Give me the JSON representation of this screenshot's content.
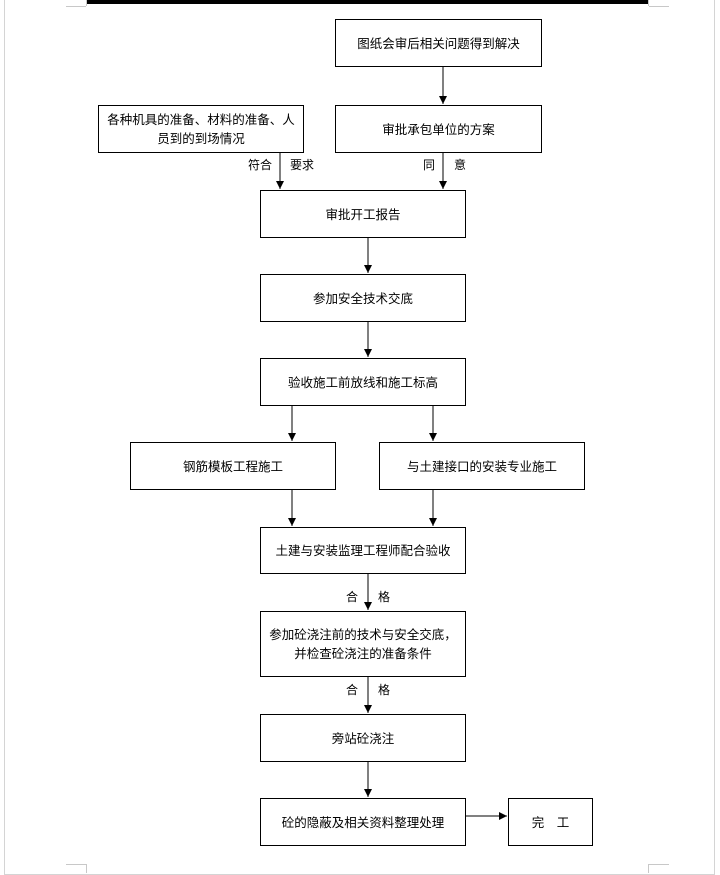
{
  "boxes": {
    "drawings_resolved": "图纸会审后相关问题得到解决",
    "preparations": "各种机具的准备、材料的准备、人员到的到场情况",
    "approve_contractor_plan": "审批承包单位的方案",
    "approve_start_report": "审批开工报告",
    "safety_briefing": "参加安全技术交底",
    "accept_layout_elevation": "验收施工前放线和施工标高",
    "rebar_formwork": "钢筋模板工程施工",
    "installation_interface": "与土建接口的安装专业施工",
    "joint_acceptance": "土建与安装监理工程师配合验收",
    "pre_pour_briefing": "参加砼浇注前的技术与安全交底，并检查砼浇注的准备条件",
    "pour_supervision": "旁站砼浇注",
    "concealed_records": "砼的隐蔽及相关资料整理处理",
    "completion": "完　工"
  },
  "labels": {
    "meets_1": "符合",
    "meets_2": "要求",
    "agree_1": "同",
    "agree_2": "意",
    "pass_a_1": "合",
    "pass_a_2": "格",
    "pass_b_1": "合",
    "pass_b_2": "格"
  }
}
